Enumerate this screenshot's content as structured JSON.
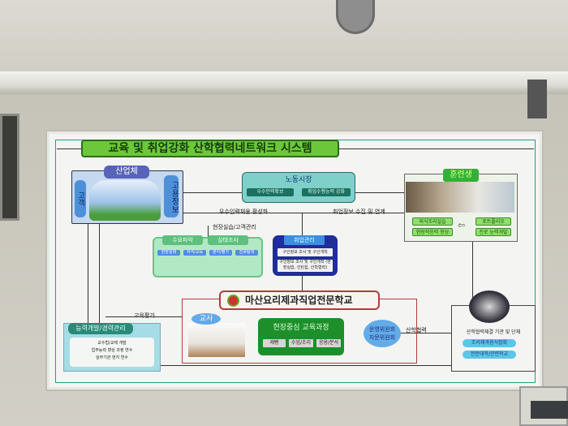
{
  "title": "교육 및 취업강화 산학협력네트워크 시스템",
  "industry": {
    "title": "산업체",
    "side": "고용정보",
    "left": "고객"
  },
  "labor_market": {
    "title": "노동시장",
    "items": [
      "우수인력확보",
      "취업수행능력 강화"
    ]
  },
  "trainee": {
    "title": "훈련생",
    "left_items": [
      "외식조리실습",
      "현장적응력 향상"
    ],
    "right_items": [
      "포트폴리오",
      "진로 능력개발"
    ]
  },
  "survey": {
    "tabs": [
      "수요파악",
      "실태조사"
    ],
    "items": [
      "현장실태",
      "자격/교육",
      "분석/평가",
      "진로탐색"
    ]
  },
  "job_management": {
    "title": "취업관리",
    "items": [
      "구인정보 조사 및 구인개척",
      "구인정보 조사 및 구인개척 (현장실습, 인턴쉽, 산학협력)"
    ]
  },
  "school": {
    "name": "마산요리제과직업전문학교"
  },
  "teacher": {
    "title": "교사"
  },
  "education": {
    "title": "현장중심 교육과정",
    "items": [
      "제빵",
      "수업/조리",
      "응용/분석"
    ]
  },
  "committee": {
    "lines": [
      "운영위원회",
      "자문위원회"
    ]
  },
  "partner": {
    "title": "산학협력체결 기관 및 단체",
    "items": [
      "조리제과음식협회",
      "전문대학/관련학교"
    ]
  },
  "ability": {
    "title": "능력개발/경력관리",
    "lines": [
      "교수법/교재 개발",
      "업무능력 향상 과정 연수",
      "실무기관 현지 연수"
    ]
  },
  "edge_labels": {
    "a": "우수인력채용 활성화",
    "b": "현장실습/고객관리",
    "c": "취업정보 수집 및 연계",
    "d": "교육평가",
    "e": "산학협력"
  }
}
